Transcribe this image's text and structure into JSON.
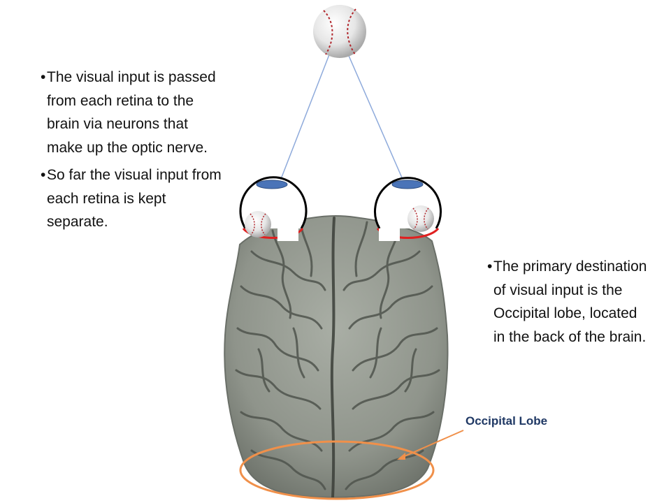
{
  "left_bullets": [
    "The visual input is passed from each retina to the brain via neurons that make up the optic nerve.",
    "So far the visual input from each retina is kept separate."
  ],
  "right_bullets": [
    "The primary destination of visual input is the Occipital lobe, located in the back of the brain."
  ],
  "bullet_symbol": "•",
  "label": "Occipital Lobe",
  "colors": {
    "sight_line": "#8eaadb",
    "eye_outline": "#000000",
    "retina": "#e02020",
    "lens": "#4a74b8",
    "highlight_ring": "#f0904a",
    "pointer": "#f0904a",
    "brain": "#9aa097",
    "label": "#1f3864"
  },
  "icons": [
    "baseball-icon",
    "eye-icon",
    "brain-image"
  ]
}
